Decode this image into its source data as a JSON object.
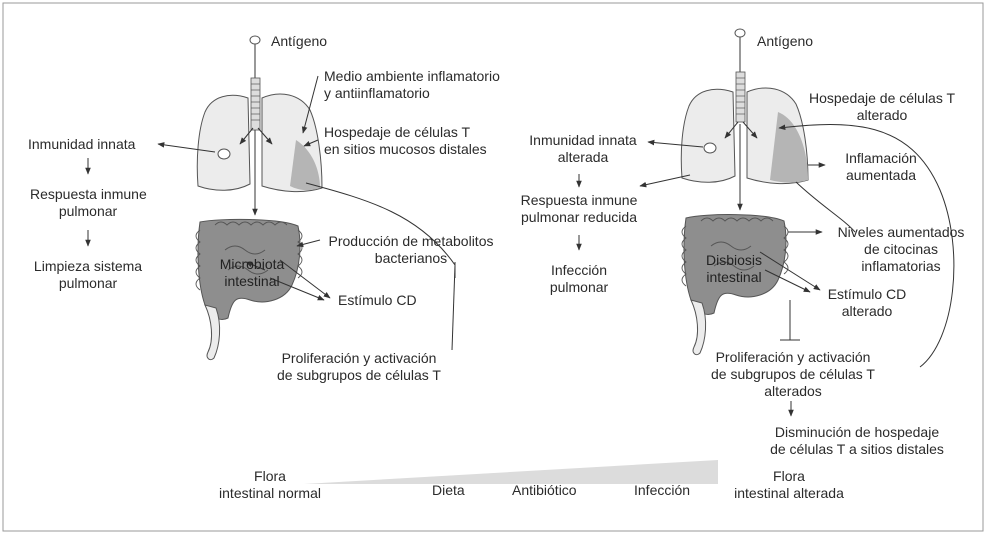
{
  "left": {
    "antigen": "Antígeno",
    "inflammatory_env": [
      "Medio ambiente inflamatorio",
      "y antiinflamatorio"
    ],
    "t_cell_housing": [
      "Hospedaje de células T",
      "en sitios mucosos distales"
    ],
    "innate_immunity": "Inmunidad innata",
    "immune_response": [
      "Respuesta inmune",
      "pulmonar"
    ],
    "clearance": [
      "Limpieza sistema",
      "pulmonar"
    ],
    "metabolites": [
      "Producción de metabolitos",
      "bacterianos"
    ],
    "microbiota": [
      "Microbiota",
      "intestinal"
    ],
    "dc_stimulus": "Estímulo CD",
    "proliferation": [
      "Proliferación y activación",
      "de subgrupos de células T"
    ]
  },
  "right": {
    "antigen": "Antígeno",
    "t_cell_housing": [
      "Hospedaje de células T",
      "alterado"
    ],
    "innate_immunity": [
      "Inmunidad innata",
      "alterada"
    ],
    "inflammation": [
      "Inflamación",
      "aumentada"
    ],
    "immune_response": [
      "Respuesta inmune",
      "pulmonar reducida"
    ],
    "infection": [
      "Infección",
      "pulmonar"
    ],
    "cytokines": [
      "Niveles aumentados",
      "de citocinas",
      "inflamatorias"
    ],
    "dysbiosis": [
      "Disbiosis",
      "intestinal"
    ],
    "dc_stimulus": [
      "Estímulo CD",
      "alterado"
    ],
    "proliferation": [
      "Proliferación y activación",
      "de subgrupos de células T",
      "alterados"
    ],
    "decrease": [
      "Disminución de hospedaje",
      "de células T a sitios distales"
    ]
  },
  "bottom": {
    "normal_flora": [
      "Flora",
      "intestinal normal"
    ],
    "diet": "Dieta",
    "antibiotic": "Antibiótico",
    "infection": "Infección",
    "altered_flora": [
      "Flora",
      "intestinal alterada"
    ]
  },
  "colors": {
    "organ_fill": "#e6e6e6",
    "intestine_fill": "#8e8e8e",
    "wedge_fill": "#dcdcdc",
    "stroke": "#555555"
  }
}
